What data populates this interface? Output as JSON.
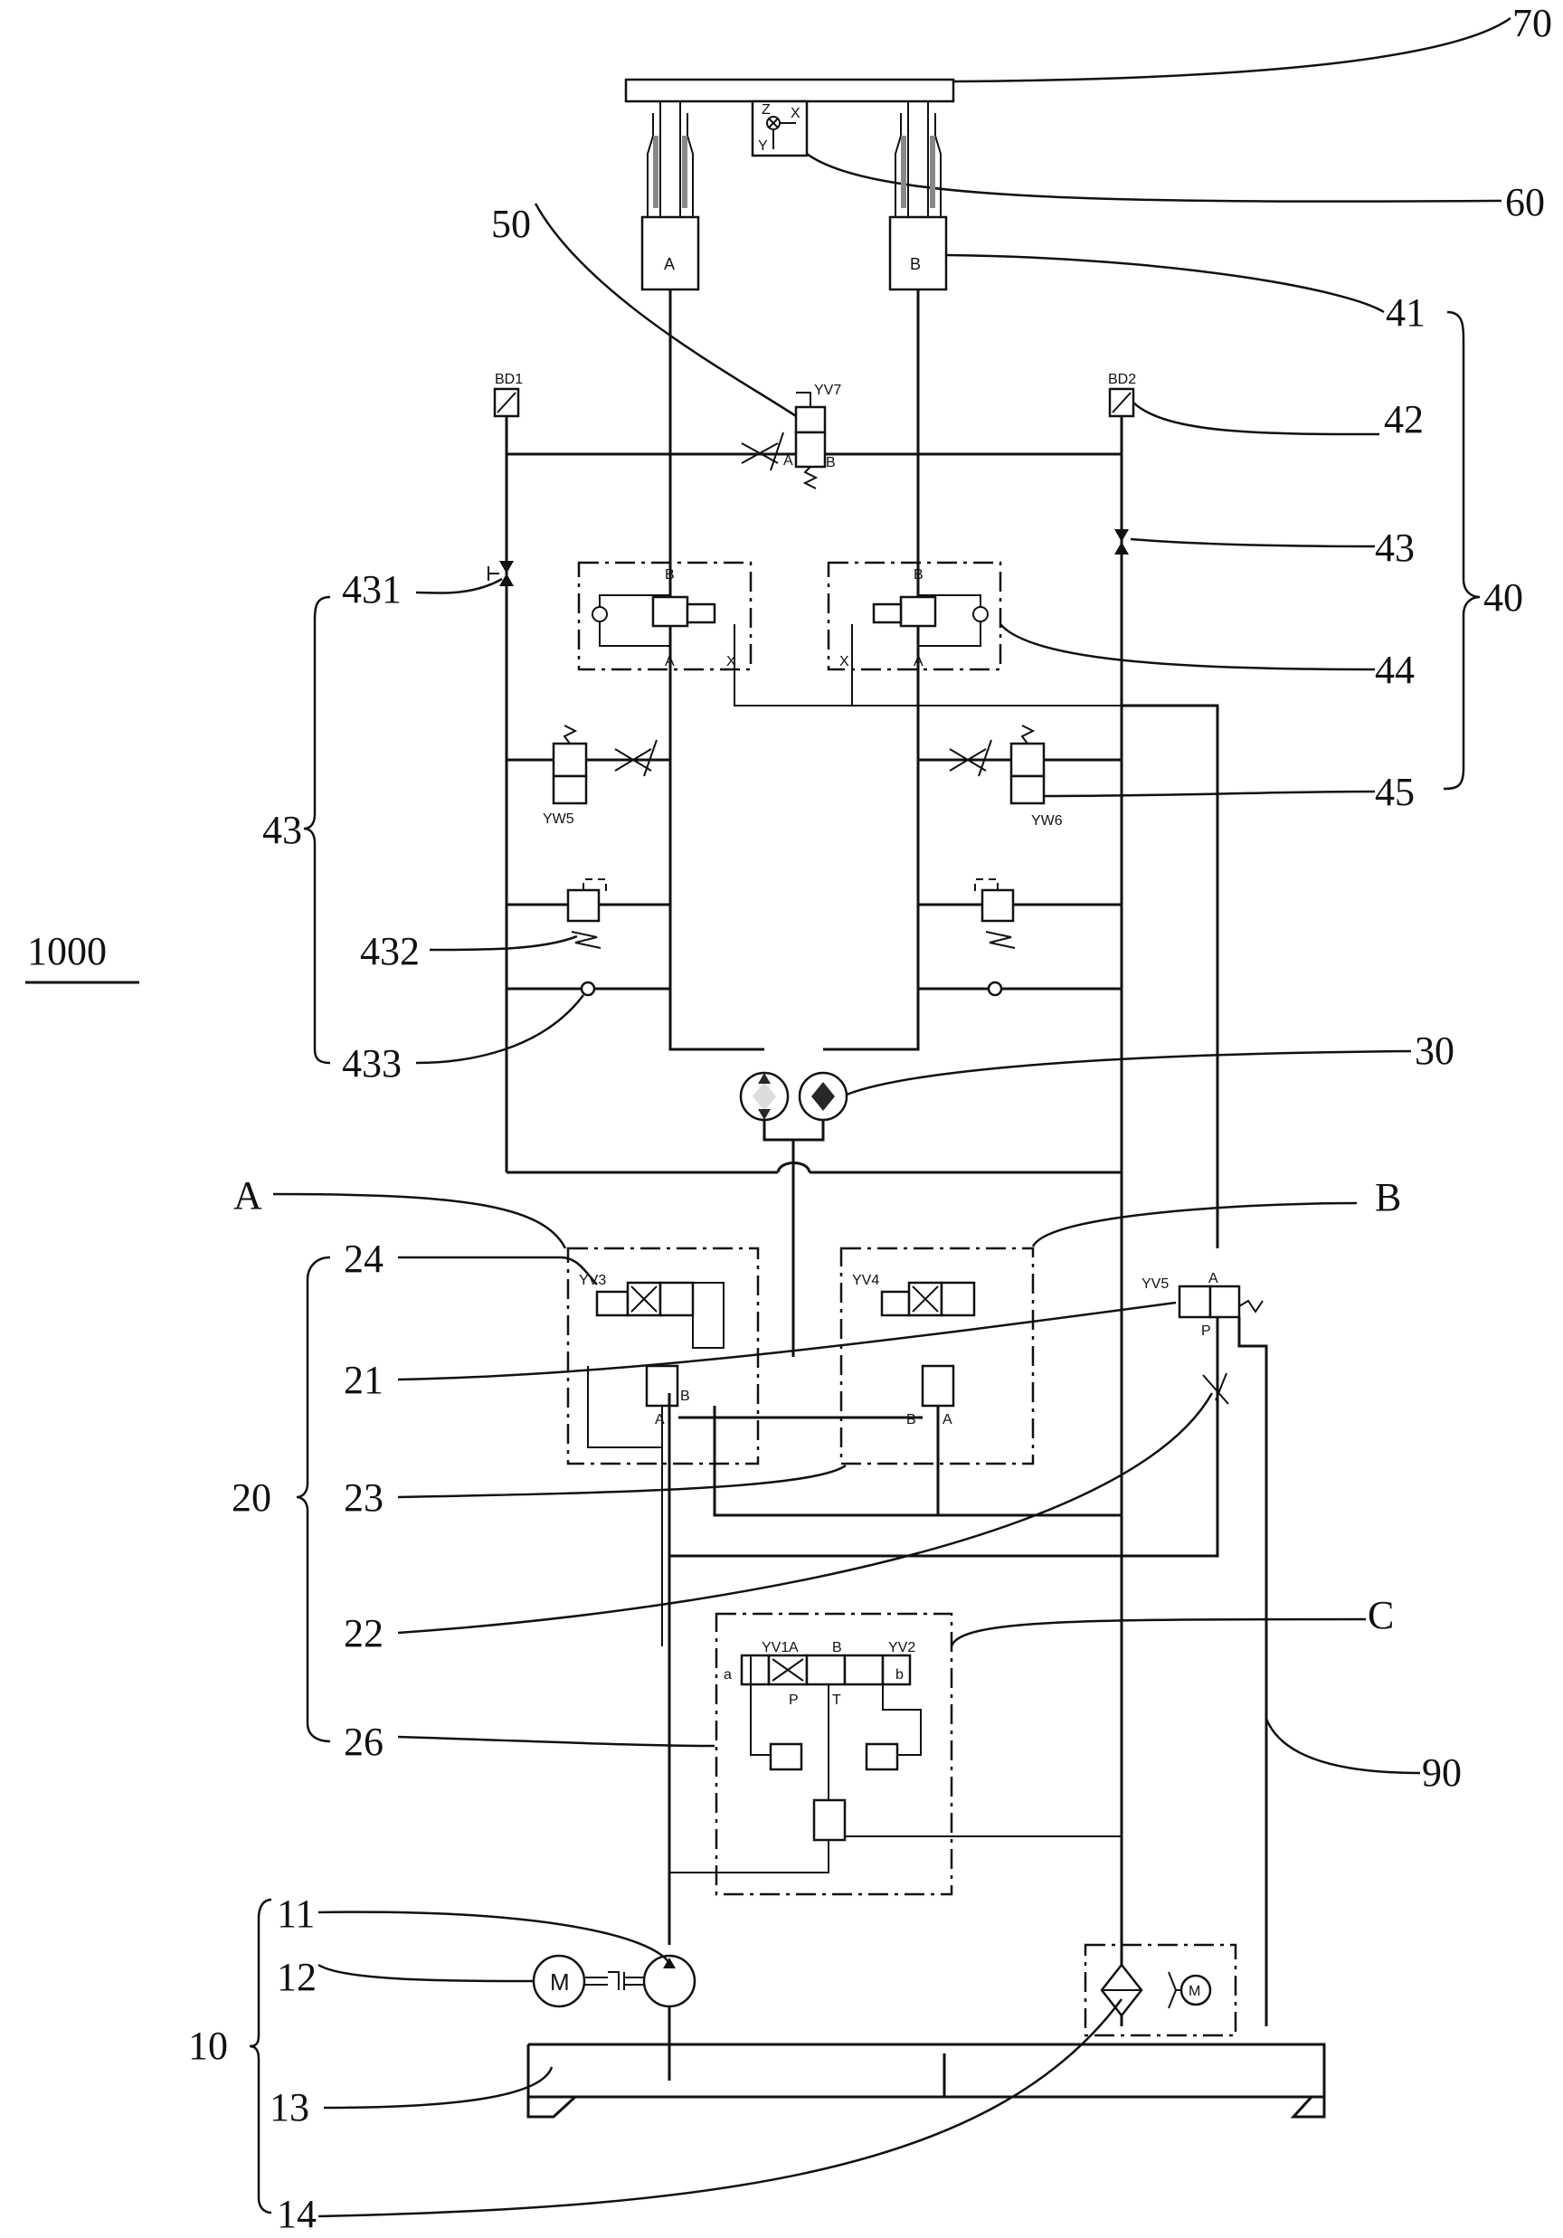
{
  "figure": {
    "system_ref": "1000",
    "reference_labels": {
      "platform": "70",
      "attitude_sensor": "60",
      "balance_valve": "50",
      "cylinders": "41",
      "pressure_sensor": "42",
      "ball_valve_right": "43",
      "group_40": "40",
      "lock_valve": "44",
      "switch_valve_right": "45",
      "ball_valve_left": "431",
      "group_43": "43",
      "relief_valve": "432",
      "check_valve": "433",
      "synchronous_motor": "30",
      "block_a": "A",
      "block_b": "B",
      "block_c": "C",
      "valve_24": "24",
      "valve_21": "21",
      "group_20": "20",
      "valve_23": "23",
      "throttle_22": "22",
      "valve_26": "26",
      "return_line": "90",
      "group_10": "10",
      "pump": "11",
      "motor": "12",
      "tank": "13",
      "cooler": "14"
    },
    "component_tags": {
      "cylinder_a": "A",
      "cylinder_b": "B",
      "sensor_bd1": "BD1",
      "sensor_bd2": "BD2",
      "solenoid_yv7": "YV7",
      "solenoid_yw5": "YW5",
      "solenoid_yw6": "YW6",
      "solenoid_yv3": "YV3",
      "solenoid_yv4": "YV4",
      "solenoid_yv5": "YV5",
      "solenoid_yv1": "YV1",
      "solenoid_yv2": "YV2",
      "motor_symbol": "M",
      "axis_x": "X",
      "axis_y": "Y",
      "axis_z": "Z"
    },
    "ports": {
      "a": "A",
      "b": "B",
      "p": "P",
      "t": "T",
      "x": "X",
      "side_a": "a",
      "side_b": "b"
    }
  }
}
